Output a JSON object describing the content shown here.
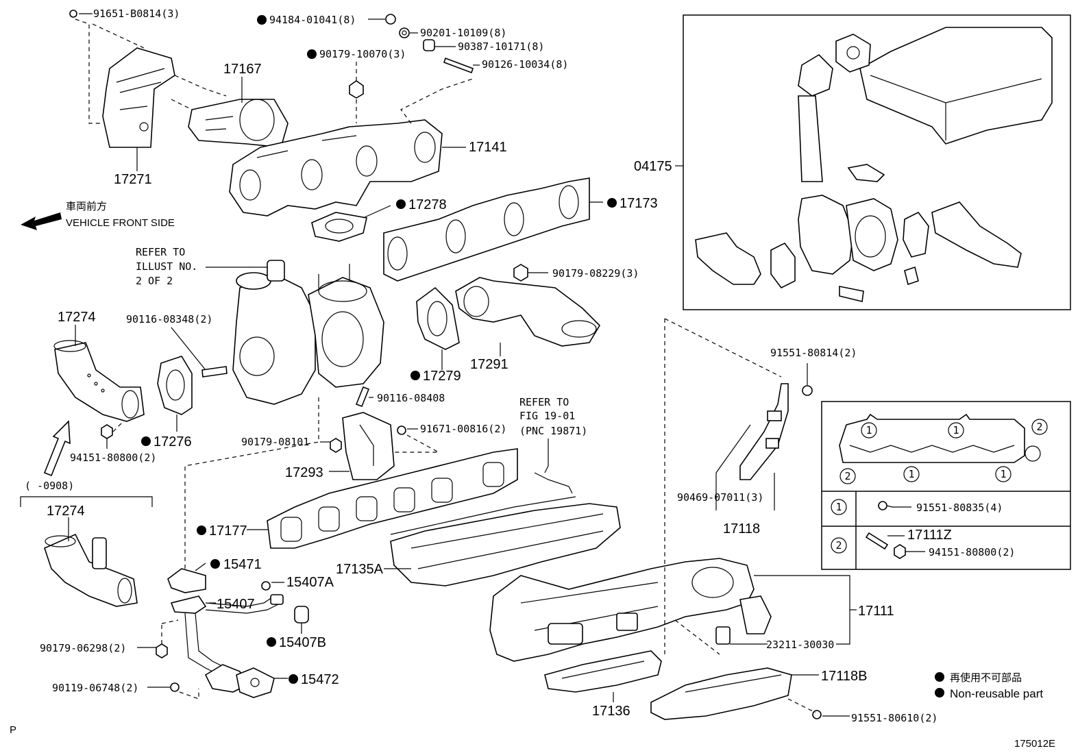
{
  "callouts": {
    "c91651": "91651-B0814(3)",
    "c94184": "94184-01041(8)",
    "c90201": "90201-10109(8)",
    "c90387": "90387-10171(8)",
    "c90179_10070": "90179-10070(3)",
    "c90126": "90126-10034(8)",
    "c17167": "17167",
    "c17141": "17141",
    "c17271": "17271",
    "c17278": "17278",
    "c17173": "17173",
    "c04175": "04175",
    "front_jp": "車両前方",
    "front_en": "VEHICLE FRONT SIDE",
    "refer1_a": "REFER TO",
    "refer1_b": "ILLUST NO.",
    "refer1_c": "2 OF 2",
    "c90179_08229": "90179-08229(3)",
    "c17274_a": "17274",
    "c90116_08348": "90116-08348(2)",
    "c17276": "17276",
    "c94151_a": "94151-80800(2)",
    "c17279": "17279",
    "c17291": "17291",
    "c90116_08408": "90116-08408",
    "refer2_a": "REFER TO",
    "refer2_b": "FIG 19-01",
    "refer2_c": "(PNC 19871)",
    "c91551_80814": "91551-80814(2)",
    "c91671": "91671-00816(2)",
    "c90179_08101": "90179-08101",
    "c17293": "17293",
    "range": "(      -0908)",
    "c17274_b": "17274",
    "c17177": "17177",
    "c90469": "90469-07011(3)",
    "c17118": "17118",
    "c15471": "15471",
    "c15407A": "15407A",
    "c15407": "15407",
    "c17135A": "17135A",
    "c15407B": "15407B",
    "c90179_06298": "90179-06298(2)",
    "c15472": "15472",
    "c90119": "90119-06748(2)",
    "c17111": "17111",
    "c23211": "23211-30030",
    "c17118B": "17118B",
    "c17136": "17136",
    "c91551_80610": "91551-80610(2)"
  },
  "inset": {
    "m1": "1",
    "m2": "2",
    "row1_key": "1",
    "row1_part": "91551-80835(4)",
    "row2_key": "2",
    "row2_part_a": "17111Z",
    "row2_part_b": "94151-80800(2)"
  },
  "legend": {
    "jp": "再使用不可部品",
    "en": "Non-reusable part"
  },
  "footer": {
    "left": "P",
    "code": "175012E"
  }
}
